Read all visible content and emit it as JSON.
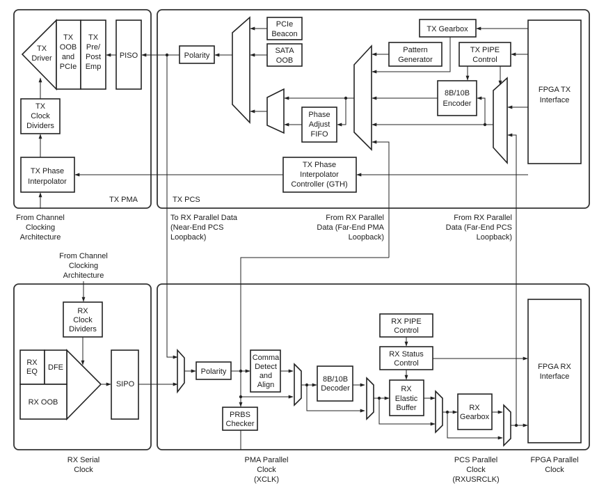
{
  "title": "Transceiver TX/RX Block Diagram",
  "regions": {
    "tx_pma": "TX PMA",
    "tx_pcs": "TX PCS",
    "rx_pma": "",
    "rx_pcs": ""
  },
  "tx_blocks": {
    "tx_driver": [
      "TX",
      "Driver"
    ],
    "tx_oob_pcie": [
      "TX",
      "OOB",
      "and",
      "PCIe"
    ],
    "tx_pre_post_emp": [
      "TX",
      "Pre/",
      "Post",
      "Emp"
    ],
    "piso": [
      "PISO"
    ],
    "tx_clock_dividers": [
      "TX",
      "Clock",
      "Dividers"
    ],
    "tx_phase_interpolator": [
      "TX Phase",
      "Interpolator"
    ],
    "polarity": [
      "Polarity"
    ],
    "pcie_beacon": [
      "PCIe",
      "Beacon"
    ],
    "sata_oob": [
      "SATA",
      "OOB"
    ],
    "phase_adjust_fifo": [
      "Phase",
      "Adjust",
      "FIFO"
    ],
    "pattern_generator": [
      "Pattern",
      "Generator"
    ],
    "tx_gearbox": [
      "TX Gearbox"
    ],
    "tx_pipe_control": [
      "TX PIPE",
      "Control"
    ],
    "encoder_8b10b": [
      "8B/10B",
      "Encoder"
    ],
    "fpga_tx_interface": [
      "FPGA TX",
      "Interface"
    ],
    "tx_pi_controller": [
      "TX Phase",
      "Interpolator",
      "Controller (GTH)"
    ]
  },
  "rx_blocks": {
    "rx_clock_dividers": [
      "RX",
      "Clock",
      "Dividers"
    ],
    "rx_eq": [
      "RX",
      "EQ"
    ],
    "dfe": [
      "DFE"
    ],
    "rx_oob": [
      "RX OOB"
    ],
    "sipo": [
      "SIPO"
    ],
    "polarity": [
      "Polarity"
    ],
    "comma_detect": [
      "Comma",
      "Detect",
      "and",
      "Align"
    ],
    "prbs_checker": [
      "PRBS",
      "Checker"
    ],
    "decoder_8b10b": [
      "8B/10B",
      "Decoder"
    ],
    "rx_pipe_control": [
      "RX PIPE",
      "Control"
    ],
    "rx_status_control": [
      "RX Status",
      "Control"
    ],
    "rx_elastic_buffer": [
      "RX",
      "Elastic",
      "Buffer"
    ],
    "rx_gearbox": [
      "RX",
      "Gearbox"
    ],
    "fpga_rx_interface": [
      "FPGA RX",
      "Interface"
    ]
  },
  "annotations": {
    "tx_channel_clocking": [
      "From Channel",
      "Clocking",
      "Architecture"
    ],
    "rx_channel_clocking": [
      "From Channel",
      "Clocking",
      "Architecture"
    ],
    "near_end_pcs": [
      "To RX Parallel Data",
      "(Near-End PCS",
      "Loopback)"
    ],
    "far_end_pma": [
      "From RX Parallel",
      "Data (Far-End PMA",
      "Loopback)"
    ],
    "far_end_pcs": [
      "From RX Parallel",
      "Data (Far-End PCS",
      "Loopback)"
    ]
  },
  "clock_labels": {
    "rx_serial": [
      "RX Serial",
      "Clock"
    ],
    "pma_parallel": [
      "PMA Parallel",
      "Clock",
      "(XCLK)"
    ],
    "pcs_parallel": [
      "PCS Parallel",
      "Clock",
      "(RXUSRCLK)"
    ],
    "fpga_parallel": [
      "FPGA Parallel",
      "Clock"
    ]
  }
}
